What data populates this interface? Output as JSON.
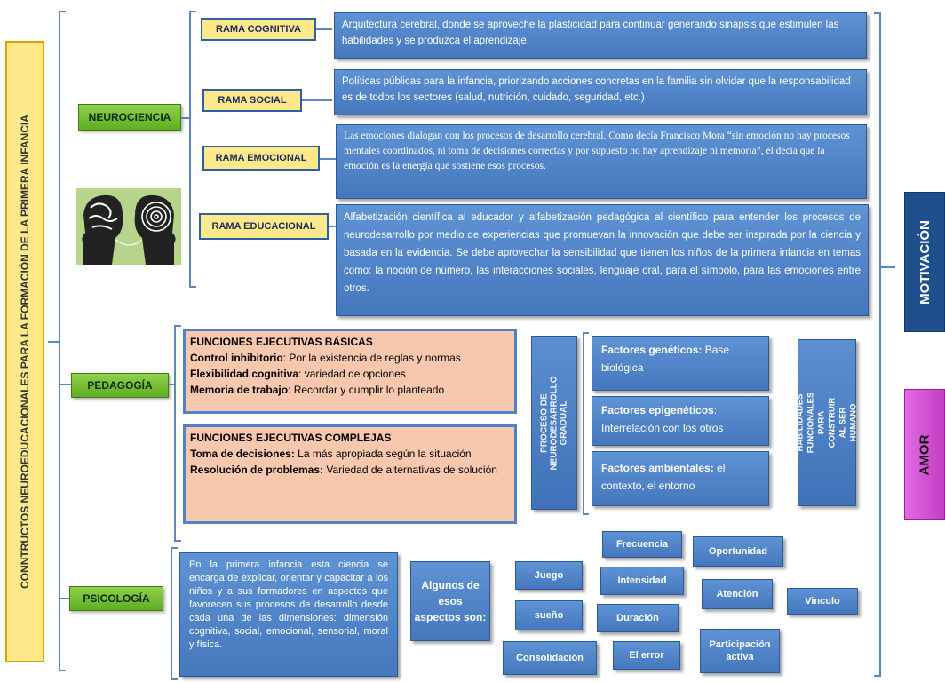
{
  "main_title": "CONNTRUCTOS NEUROEDUCACIONALES PARA LA FORMACIÓN DE LA PRIMERA INFANCIA",
  "neurociencia": {
    "label": "NEUROCIENCIA",
    "branches": [
      {
        "label": "RAMA COGNITIVA",
        "text": "Arquitectura cerebral, donde se aproveche la plasticidad para continuar generando sinapsis que estimulen las habilidades y se produzca el aprendizaje."
      },
      {
        "label": "RAMA SOCIAL",
        "text": "Políticas públicas para la infancia, priorizando acciones concretas en la familia sin olvidar que la responsabilidad es de todos los sectores (salud, nutrición, cuidado, seguridad, etc.)"
      },
      {
        "label": "RAMA EMOCIONAL",
        "text": "Las emociones dialogan con los procesos de desarrollo cerebral. Como decía Francisco Mora “sin emoción no hay procesos mentales coordinados, ni toma de decisiones correctas y por supuesto no hay aprendizaje ni memoria”, él decía que la emoción es la energía que sostiene esos procesos."
      },
      {
        "label": "RAMA EDUCACIONAL",
        "text": "Alfabetización científica al educador y alfabetización pedagógica al científico para entender los procesos de neurodesarrollo por medio de experiencias que promuevan la innovación que debe ser inspirada por la ciencia y basada en la evidencia. Se debe aprovechar la sensibilidad que tienen los niños de la primera infancia en temas como: la noción de número, las interacciones sociales, lenguaje oral, para el símbolo, para las emociones entre otros."
      }
    ]
  },
  "pedagogia": {
    "label": "PEDAGOGÍA",
    "basicas": {
      "title": "FUNCIONES EJECUTIVAS BÁSICAS",
      "items": [
        {
          "term": "Control inhibitorio",
          "desc": ": Por la existencia de reglas y normas"
        },
        {
          "term": "Flexibilidad cognitiva",
          "desc": ": variedad de opciones"
        },
        {
          "term": "Memoria de trabajo",
          "desc": ": Recordar y cumplir lo planteado"
        }
      ]
    },
    "complejas": {
      "title": "FUNCIONES EJECUTIVAS COMPLEJAS",
      "items": [
        {
          "term": "Toma de decisiones:",
          "desc": " La más apropiada según la situación"
        },
        {
          "term": "Resolución de problemas:",
          "desc": "  Variedad de alternativas de solución"
        }
      ]
    },
    "proceso": "PROCESO DE NEURODESARROLLO GRADUAL",
    "factores": [
      {
        "term": "Factores genéticos:",
        "desc": " Base biológica"
      },
      {
        "term": "Factores epigenéticos",
        "desc": ": Interrelación con los otros"
      },
      {
        "term": "Factores ambientales:",
        "desc": " el contexto, el entorno"
      }
    ],
    "habilidades": "HABILIDADES FUNCIONALES PARA CONSTRUIR AL SER HUMANO"
  },
  "psicologia": {
    "label": "PSICOLOGÍA",
    "text": "En la primera infancia esta ciencia se encarga de explicar, orientar y capacitar a los niños y a sus formadores en aspectos que favorecen sus procesos de desarrollo desde cada una de las dimensiones: dimensión cognitiva, social, emocional, sensorial, moral y física.",
    "aspectos_label": "Algunos de esos aspectos son:",
    "aspectos": [
      "Juego",
      "sueño",
      "Consolidación",
      "Frecuencia",
      "Intensidad",
      "Duración",
      "El error",
      "Oportunidad",
      "Atención",
      "Participación activa",
      "Vinculo"
    ]
  },
  "side": {
    "motivacion": "MOTIVACIÓN",
    "amor": "AMOR"
  },
  "colors": {
    "blue": "#4a7dc2",
    "yellow": "#fde98a",
    "green": "#6fbf30",
    "peach": "#f8c8ae",
    "magenta": "#e05ae0"
  }
}
